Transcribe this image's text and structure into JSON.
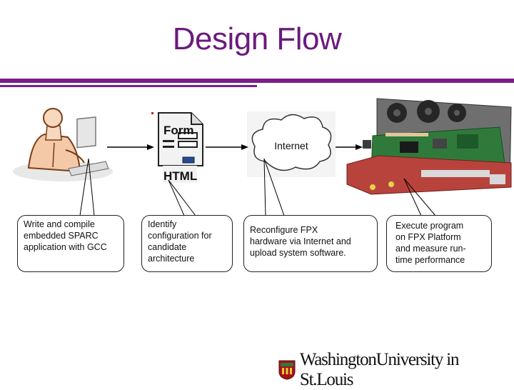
{
  "title": "Design Flow",
  "boxes": [
    {
      "text": "Write and compile\nembedded SPARC\napplication with GCC"
    },
    {
      "text": "Identify\nconfiguration for\ncandidate\narchitecture"
    },
    {
      "text": "Reconfigure FPX\nhardware via Internet and\nupload system software."
    },
    {
      "text": "Execute program\non FPX Platform\nand measure run-\ntime performance"
    }
  ],
  "form_icon": {
    "form_label": "Form",
    "html_label": "HTML"
  },
  "internet_label": "Internet",
  "footer": {
    "university": "WashingtonUniversity in St.Louis"
  },
  "colors": {
    "accent": "#7a1f86",
    "title": "#6b1a7d",
    "board_red": "#b8433c",
    "board_green": "#2f7a3a"
  }
}
